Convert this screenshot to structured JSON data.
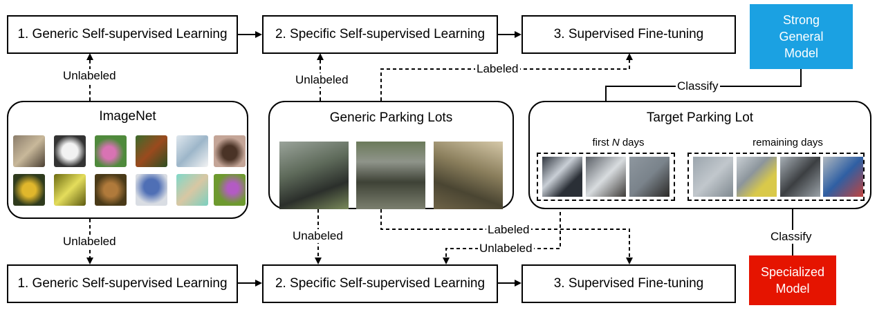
{
  "top_pipeline": {
    "step1": "1. Generic Self-supervised Learning",
    "step2": "2. Specific Self-supervised Learning",
    "step3": "3. Supervised Fine-tuning"
  },
  "bottom_pipeline": {
    "step1": "1. Generic Self-supervised Learning",
    "step2": "2. Specific Self-supervised Learning",
    "step3": "3. Supervised Fine-tuning"
  },
  "strong_model": {
    "line1": "Strong",
    "line2": "General",
    "line3": "Model",
    "color": "#1ba1e2"
  },
  "specialized_model": {
    "line1": "Specialized",
    "line2": "Model",
    "color": "#e51400"
  },
  "groups": {
    "imagenet": "ImageNet",
    "generic_lots": "Generic Parking Lots",
    "target_lot": "Target Parking Lot"
  },
  "target": {
    "first_prefix": "first",
    "first_n": "N",
    "first_suffix": "days",
    "remaining": "remaining days"
  },
  "edge_labels": {
    "unlabeled_top_imagenet": "Unlabeled",
    "unlabeled_top_generic": "Unlabeled",
    "labeled_top": "Labeled",
    "classify_top": "Classify",
    "unlabeled_bottom_imagenet": "Unlabeled",
    "unlabeled_bottom_generic": "Unabeled",
    "labeled_bottom": "Labeled",
    "unlabeled_bottom_target": "Unlabeled",
    "classify_bottom": "Classify"
  }
}
